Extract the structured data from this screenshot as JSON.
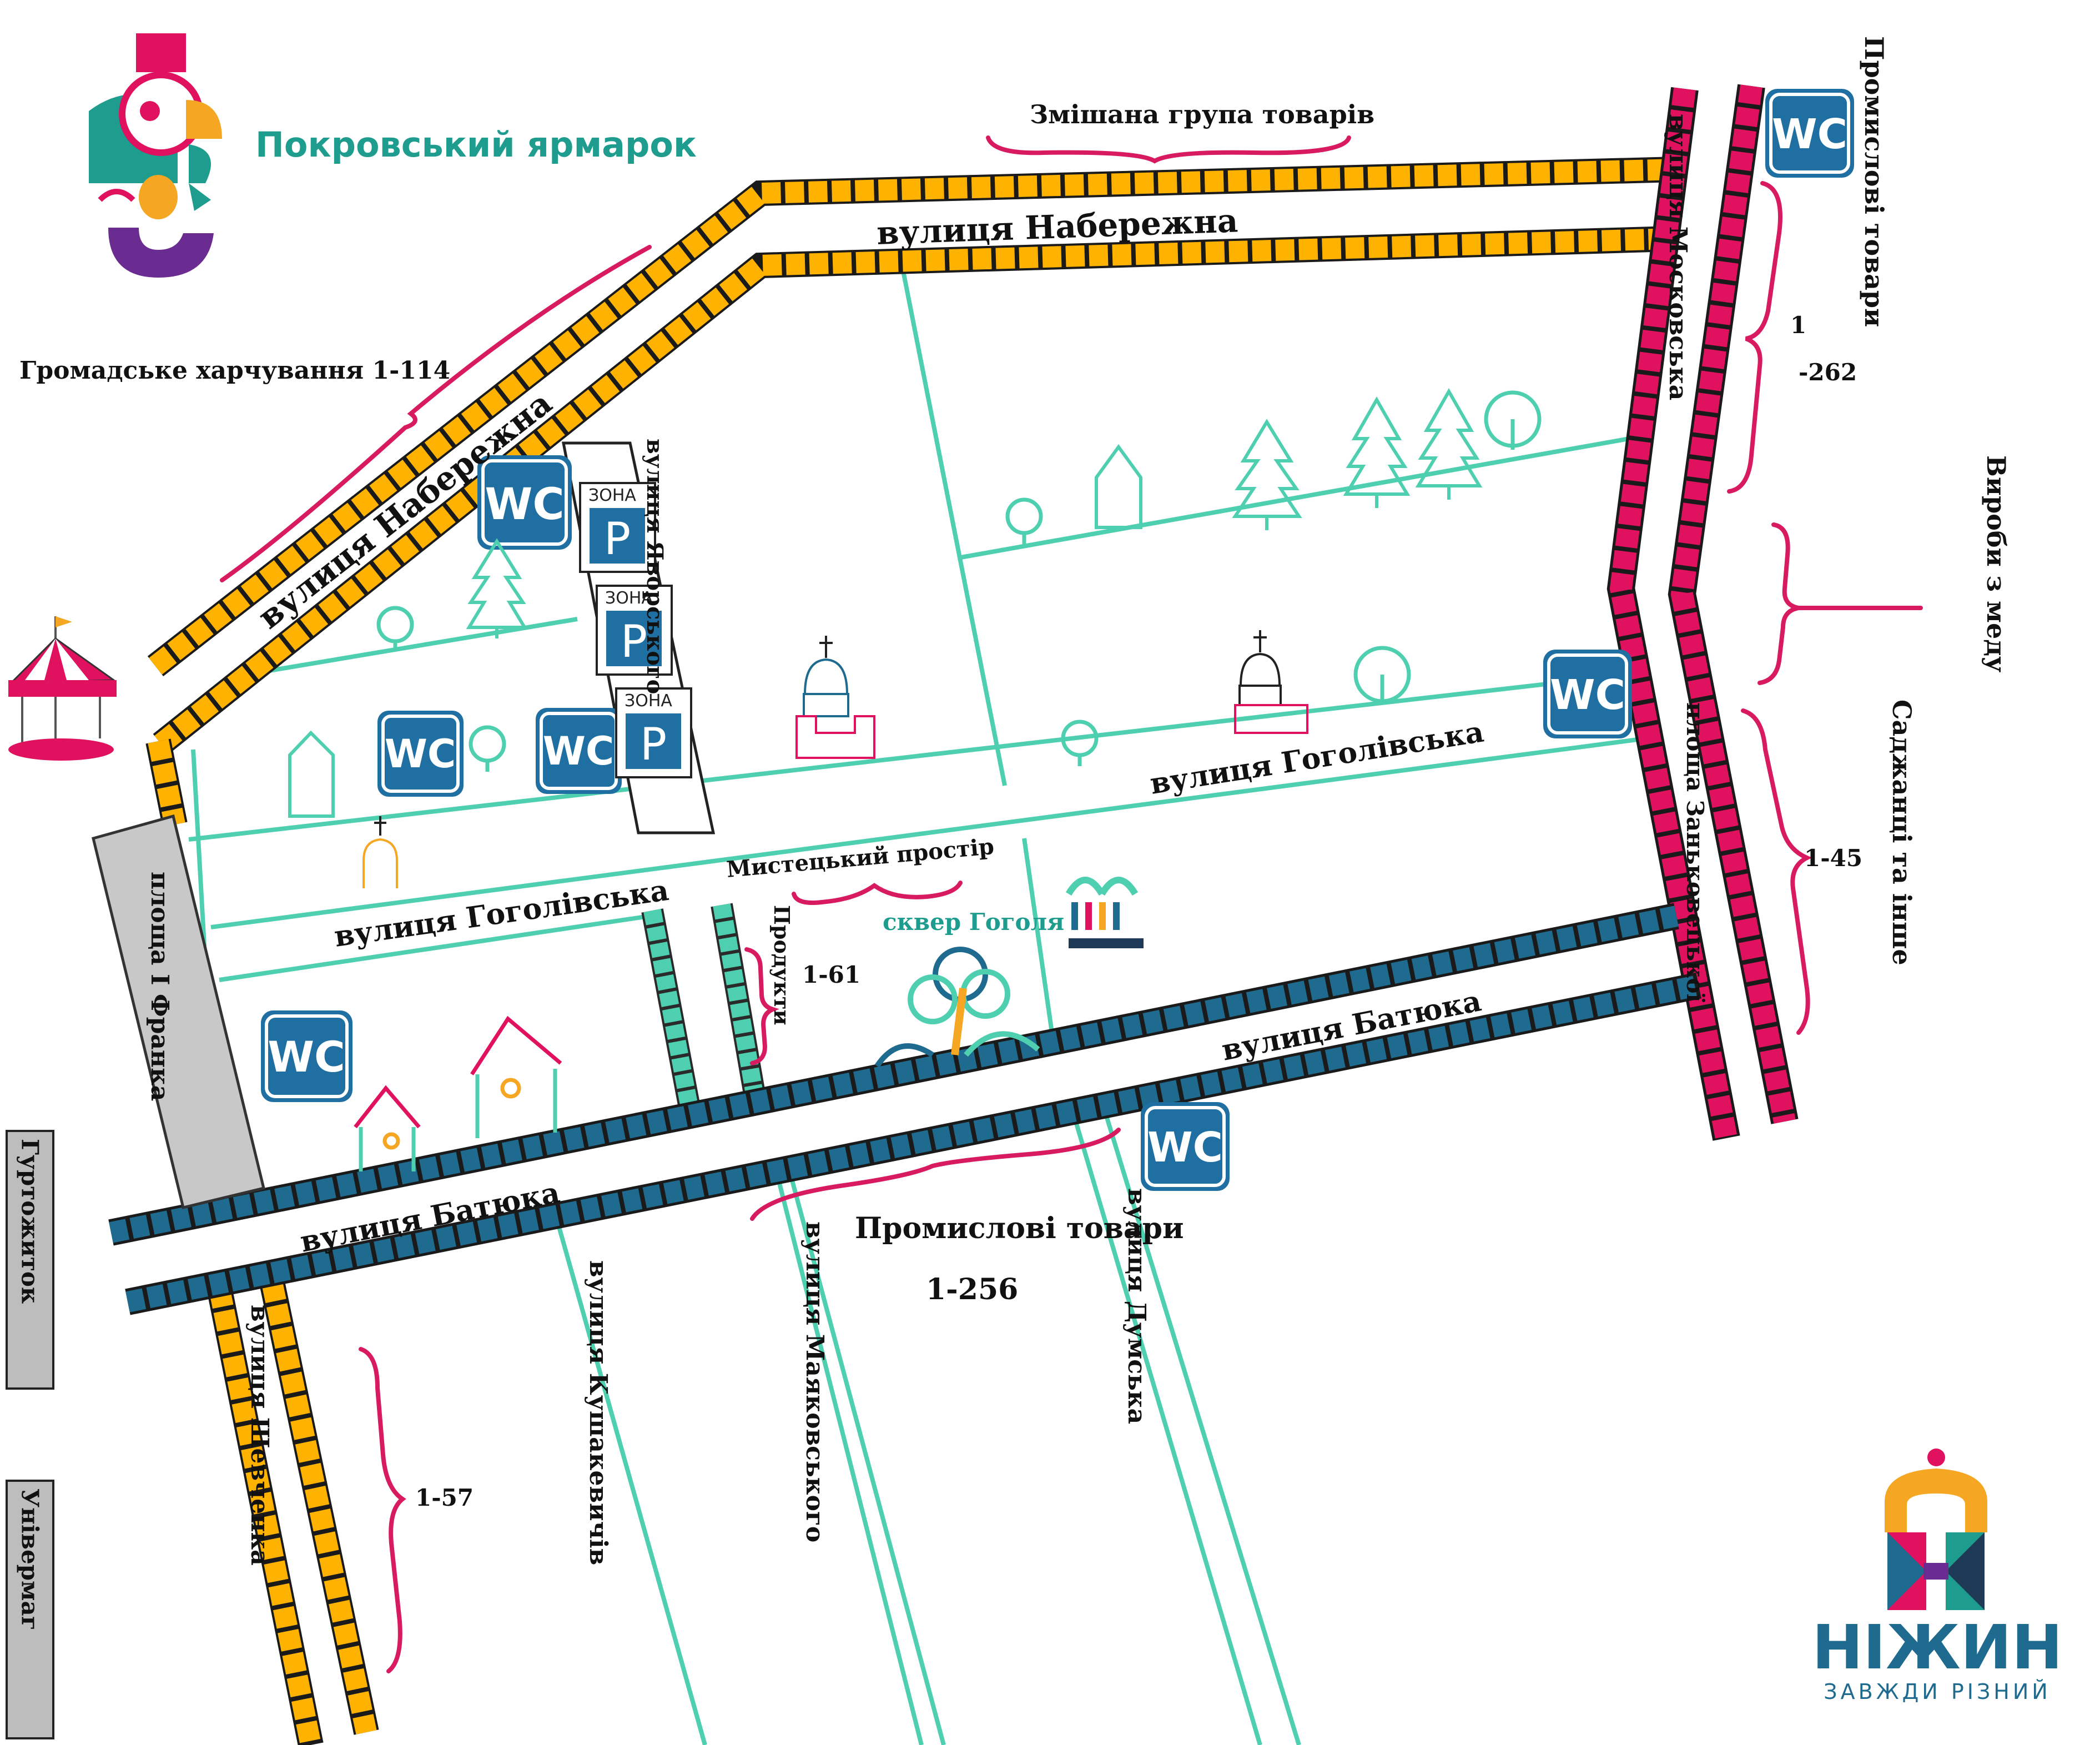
{
  "brand": {
    "festival_name": "Покровський ярмарок",
    "city_name": "НІЖИН",
    "city_slogan": "ЗАВЖДИ РІЗНИЙ"
  },
  "streets": {
    "naberezhna": "вулиця Набережна",
    "naberezhna_diag": "вулиця Набережна",
    "yavorskoho": "вулиця Яворського",
    "moskovska": "вулиця Московська",
    "zankovetskoi": "площа Заньковецької",
    "hohlivska_right": "вулиця Гоголівська",
    "hohlivska_left": "вулиця Гоголівська",
    "batiuka_right": "вулиця Батюка",
    "batiuka_left": "вулиця Батюка",
    "franka_square": "площа І Франка",
    "shevchenka": "вулиця Шевченка",
    "kushakevychiv": "вулиця Кушакевичів",
    "maiakovskoho": "вулиця Маяковського",
    "dumska": "вулиця Думська"
  },
  "zones": {
    "mixed_goods": "Змішана група товарів",
    "catering": "Громадське харчування 1-114",
    "industrial_top_label": "Промислові товари",
    "industrial_top_range_a": "1",
    "industrial_top_range_b": "-262",
    "honey": "Вироби з меду",
    "seedlings": "Саджанці та інше",
    "seedlings_range": "1-45",
    "art_space": "Мистецький простір",
    "gogol_square": "сквер Гоголя",
    "products": "Продукти",
    "products_range": "1-61",
    "industrial_bottom_label": "Промислові товари",
    "industrial_bottom_range": "1-256",
    "shevchenka_range": "1-57"
  },
  "side_labels": {
    "dormitory": "Гуртожиток",
    "department_store": "Універмаг"
  },
  "parking": {
    "zone_label": "ЗОНА",
    "sign": "P"
  },
  "wc_label": "WC",
  "colors": {
    "orange_street": "#FFB300",
    "red_street": "#E0115F",
    "blue_street": "#1E6B8F",
    "teal_street": "#4DCFB0",
    "wc_blue": "#1F6FA3",
    "bracket": "#D81B60",
    "square_gray": "#C8C8C8"
  },
  "icons": [
    "carousel-icon",
    "tree-icon",
    "fir-tree-icon",
    "house-icon",
    "church-icon",
    "wc-icon",
    "parking-icon",
    "monument-icon"
  ]
}
